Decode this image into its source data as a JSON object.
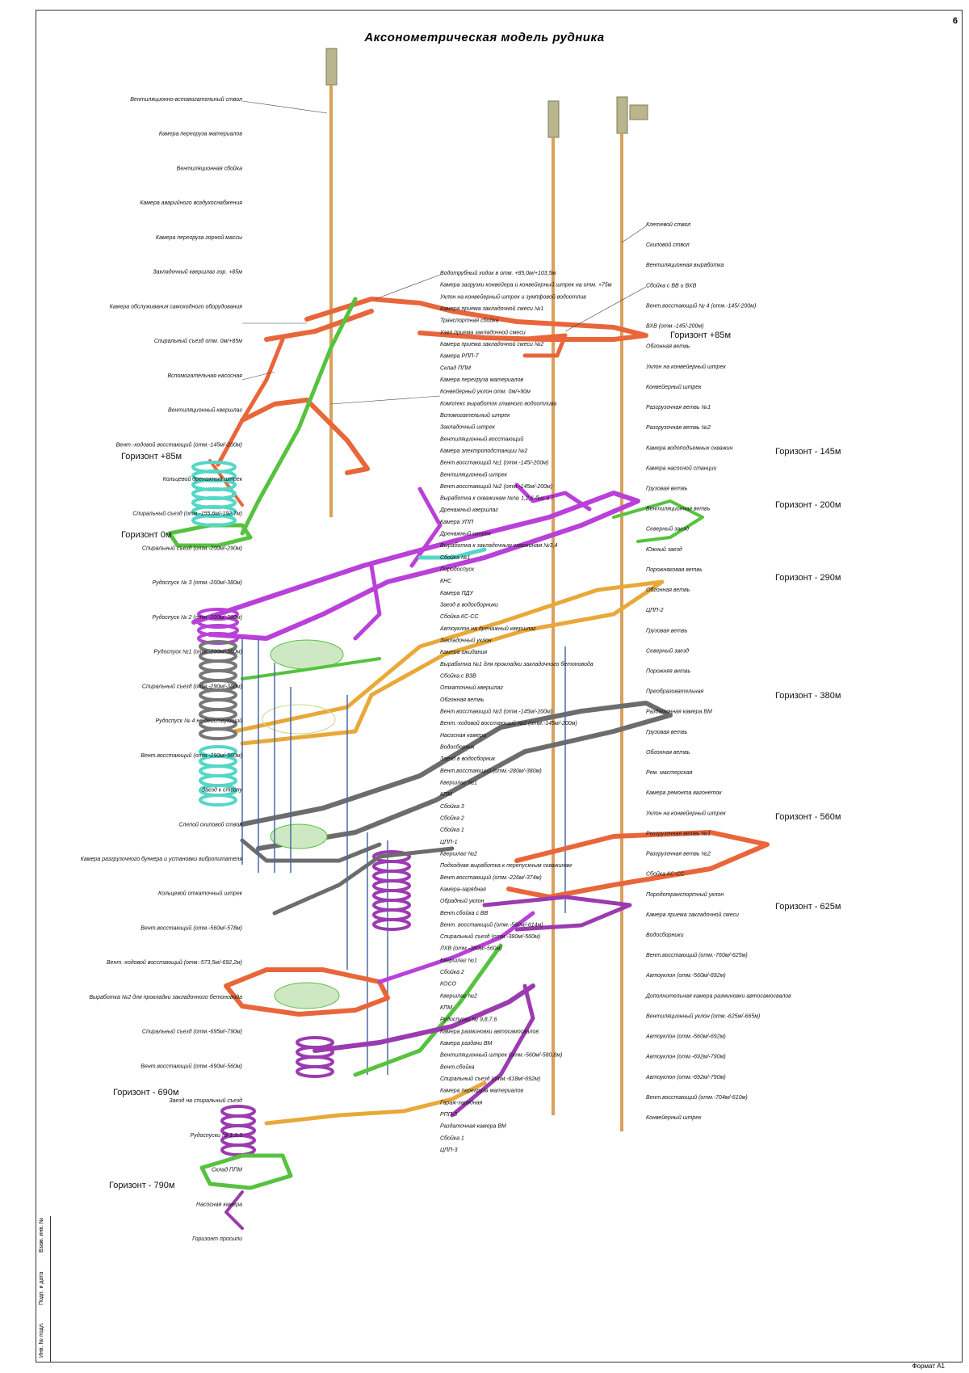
{
  "title": "Аксонометрическая модель рудника",
  "sheet_number": "6",
  "format": "Формат А1",
  "stamp": [
    "Инв. № подл.",
    "Подп. и дата",
    "Взам. инв. №"
  ],
  "colors": {
    "orange": "#e8663a",
    "green": "#56c23f",
    "magenta": "#b940d8",
    "purple": "#9b3bb0",
    "gray": "#6c6c6c",
    "cyan": "#54d6c8",
    "yellow": "#e8a93a",
    "shaft": "#d9a15c"
  },
  "horizons": [
    {
      "label": "Горизонт +85м"
    },
    {
      "label": "Горизонт +85м"
    },
    {
      "label": "Горизонт 0м"
    },
    {
      "label": "Горизонт - 145м"
    },
    {
      "label": "Горизонт - 200м"
    },
    {
      "label": "Горизонт - 290м"
    },
    {
      "label": "Горизонт - 380м"
    },
    {
      "label": "Горизонт - 560м"
    },
    {
      "label": "Горизонт - 625м"
    },
    {
      "label": "Горизонт - 690м"
    },
    {
      "label": "Горизонт - 790м"
    }
  ],
  "labels_left": [
    "Вентиляционно-вспомогательный ствол",
    "Камера перегруза материалов",
    "Вентиляционная сбойка",
    "Камера аварийного воздухоснабжения",
    "Камера перегруза горной массы",
    "Закладочный квершлаг гор. +85м",
    "Камера обслуживания самоходного оборудования",
    "Спиральный съезд отм. 0м/+85м",
    "Вспомогательная насосная",
    "Вентиляционный квершлаг",
    "Вент.-ходовой восстающий (отм.-145м/-200м)",
    "Кольцевой дренажный штрек",
    "Спиральный съезд (отм.-155,6м/-192,7м)",
    "Спиральный съезд (отм.-200м/-290м)",
    "Рудоспуск № 3 (отм.-200м/-380м)",
    "Рудоспуск № 2 (отм.-200м/-380м)",
    "Рудоспуск №1 (отм.-200м/-380м)",
    "Спиральный съезд (отм.-290м/-380м)",
    "Рудоспуск № 4 не действующий",
    "Вент.восстающий (отм.-290м/-560м)",
    "Заезд к стволу",
    "Слепой скиповой ствол",
    "Камера разгрузочного бункера и установки вибропитателя",
    "Кольцевой откаточный штрек",
    "Вент.восстающий (отм.-560м/-578м)",
    "Вент.-ходовой восстающий (отм.-573,5м/-692,2м)",
    "Выработка №2 для прокладки закладочного бетоновода",
    "Спиральный съезд (отм.-695м/-790м)",
    "Вент.восстающий (отм.-690м/-560м)",
    "Заезд на спиральный съезд",
    "Рудоспуски № 1,2,3",
    "Склад ППМ",
    "Насосная камера",
    "Горизонт просыпи"
  ],
  "labels_center": [
    "Водотрубный ходок в отм. +85,0м/+103,5м",
    "Камера загрузки конвейера и конвейерный штрек на отм. +75м",
    "Уклон на конвейерный штрек и зумпфовой водоотлив",
    "Камера приема закладочной смеси №1",
    "Транспортная сбойка",
    "Узел приема закладочной смеси",
    "Камера приема закладочной смеси №2",
    "Камера РПП-7",
    "Склад ППМ",
    "Камера перегруза материалов",
    "Конвейерный уклон отм. 0м/+90м",
    "Комплекс выработок главного водоотлива",
    "Вспомогательный штрек",
    "Закладочный штрек",
    "Вентиляционный восстающий",
    "Камера электроподстанции №2",
    "Вент.восстающий №1 (отм.-145/-200м)",
    "Вентиляционный штрек",
    "Вент.восстающий №2 (отм.-145м/-200м)",
    "Выработка к скважинам №№ 1,2,6-бис и 7",
    "Дренажный квершлаг",
    "Камера УПП",
    "Дренажный штрек",
    "Выработка к закладочным скважинам №3,4",
    "Сбойка №1",
    "Породоспуск",
    "КНС",
    "Камера ПДУ",
    "Заезд в водосборники",
    "Сбойка КС-СС",
    "Автоуклон на дренажный квершлаг",
    "Закладочный уклон",
    "Камера ожидания",
    "Выработка №1 для прокладки закладочного бетоновода",
    "Сбойка с ВЗВ",
    "Откаточный квершлаг",
    "Обгонная ветвь",
    "Вент.восстающий №3 (отм.-145м/-200м)",
    "Вент.-ходовой восстающий №2 (отм.-145м/-200м)",
    "Насосная камера",
    "Водосборник",
    "Заезд в водосборник",
    "Вент.восстающий (отм.-280м/-380м)",
    "Квершлаг №1",
    "КПМ",
    "Сбойка 3",
    "Сбойка 2",
    "Сбойка 1",
    "ЦПП-1",
    "Квершлаг №2",
    "Подходная выработка к перепускным скважинам",
    "Вент.восстающий (отм.-226м/-374м)",
    "Камера-зарядная",
    "Обрадный уклон",
    "Вент.сбойка с ВВ",
    "Вент. восстающий (отм.-560м/-614м)",
    "Спиральный съезд (отм.-380м/-560м)",
    "ЛХВ (отм.-380м/-560м)",
    "Квершлаг №1",
    "Сбойка 2",
    "КОСО",
    "Квершлаг №2",
    "КПМ",
    "Рудоспуски № 9,8,7,6",
    "Камера разминовки автосамосвалов",
    "Камера раздачи ВМ",
    "Вентиляционный штрек (отм.-560м/-580,8м)",
    "Вент.сбойка",
    "Спиральный съезд (отм.-618м/-692м)",
    "Камера перегруза материалов",
    "Гараж-зарядная",
    "РПП-3",
    "Раздаточная камера ВМ",
    "Сбойка 1",
    "ЦПП-3"
  ],
  "labels_right": [
    "Клетевой ствол",
    "Скиповой ствол",
    "Вентиляционная выработка",
    "Сбойка с ВВ и ВХВ",
    "Вент.восстающий № 4 (отм.-145/-200м)",
    "ВХВ (отм.-145/-200м)",
    "Обгонная ветвь",
    "Уклон на конвейерный штрек",
    "Конвейерный штрек",
    "Разгрузочная ветвь №1",
    "Разгрузочная ветвь №2",
    "Камера водоподъемных скважин",
    "Камера насосной станции",
    "Грузовая ветвь",
    "Вентиляционная ветвь",
    "Северный заезд",
    "Южный заезд",
    "Порожняковая ветвь",
    "Обгонная ветвь",
    "ЦПП-2",
    "Грузовая ветвь",
    "Северный заезд",
    "Порожняя ветвь",
    "Преобразовательная",
    "Раздаточная камера ВМ",
    "Грузовая ветвь",
    "Обгонная ветвь",
    "Рем. мастерская",
    "Камера ремонта вагонеток",
    "Уклон на конвейерный штрек",
    "Разгрузочная ветвь №1",
    "Разгрузочная ветвь №2",
    "Сбойка КС-СС",
    "Породотранспортный уклон",
    "Камера приема закладочной смеси",
    "Водосборники",
    "Вент.восстающий (отм.-760м/-625м)",
    "Автоуклон (отм.-560м/-692м)",
    "Дополнительная камера разминовки автосамосвалов",
    "Вентиляционный уклон (отм.-625м/-665м)",
    "Автоуклон (отм.-560м/-692м)",
    "Автоуклон (отм.-692м/-790м)",
    "Автоуклон (отм.-692м/-790м)",
    "Вент.восстающий (отм.-704м/-610м)",
    "Конвейерный штрек"
  ]
}
